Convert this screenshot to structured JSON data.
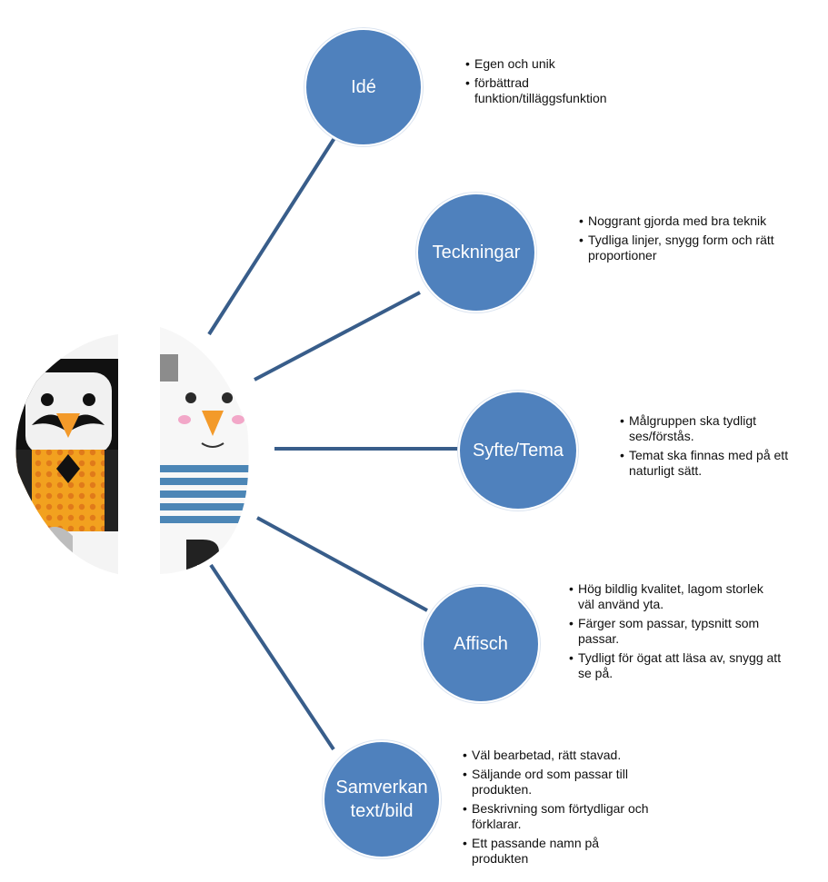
{
  "colors": {
    "node_fill": "#4f81bd",
    "connector": "#385d8a",
    "text": "#111111"
  },
  "nodes": [
    {
      "label": "Idé",
      "bullets": [
        "Egen och unik",
        "förbättrad funktion/tilläggsfunktion"
      ]
    },
    {
      "label": "Teckningar",
      "bullets": [
        "Noggrant gjorda med bra teknik",
        "Tydliga linjer, snygg form och rätt proportioner"
      ]
    },
    {
      "label": "Syfte/Tema",
      "bullets": [
        "Målgruppen ska tydligt ses/förstås.",
        "Temat ska finnas med på ett naturligt sätt."
      ]
    },
    {
      "label": "Affisch",
      "bullets": [
        "Hög bildlig kvalitet, lagom storlek väl använd yta.",
        "Färger som passar, typsnitt som passar.",
        "Tydligt för ögat att läsa av, snygg att se på."
      ]
    },
    {
      "label": "Samverkan\ntext/bild",
      "bullets": [
        "Väl bearbetad, rätt stavad.",
        "Säljande ord som passar till produkten.",
        "Beskrivning som förtydligar och förklarar.",
        "Ett passande namn på produkten"
      ]
    }
  ],
  "center_image": "illustration-salt-pepper-shakers"
}
